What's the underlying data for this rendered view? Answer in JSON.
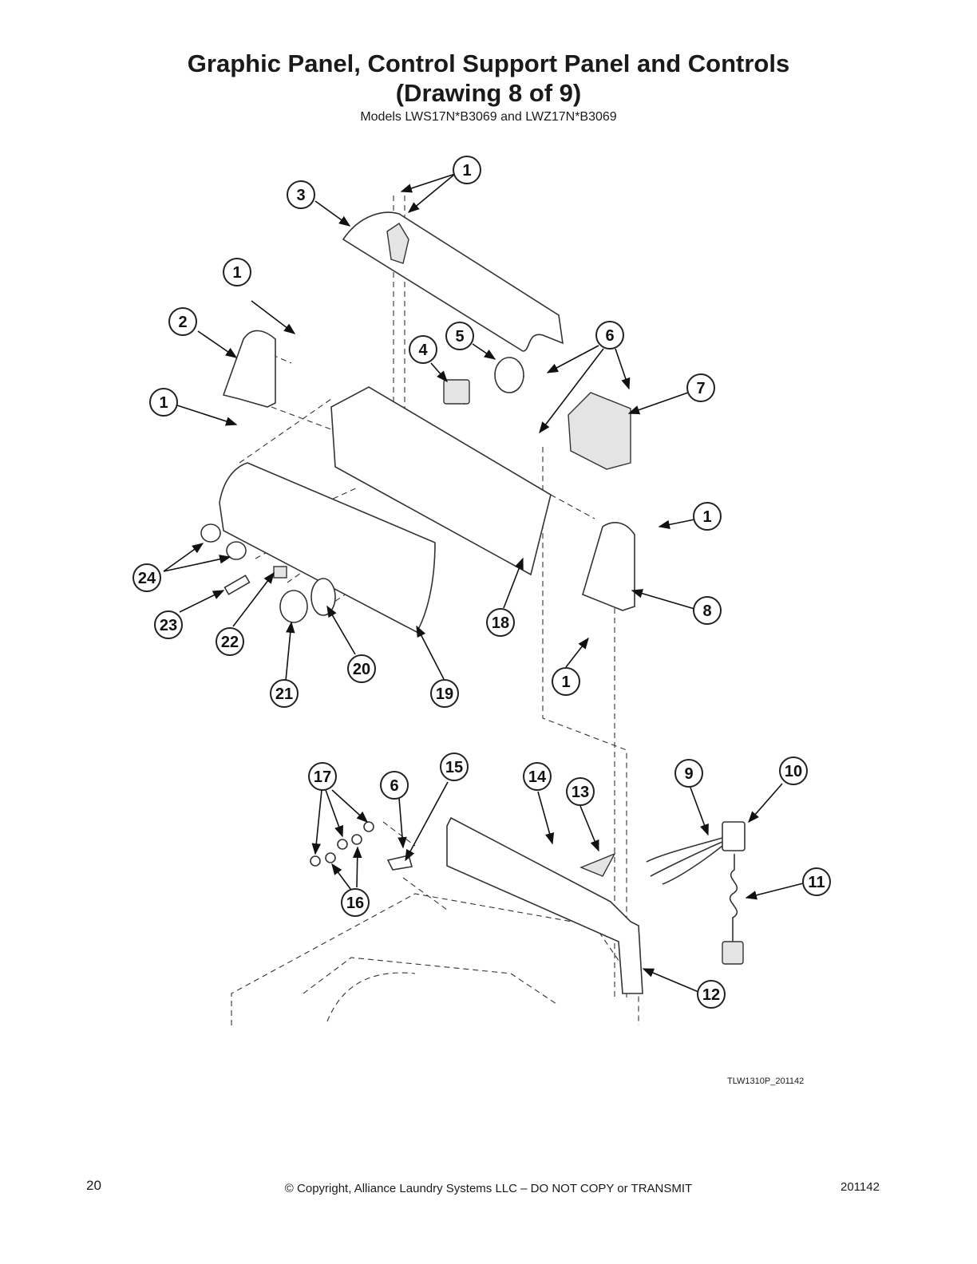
{
  "header": {
    "title_line1": "Graphic Panel, Control Support Panel and Controls",
    "title_line2": "(Drawing 8 of 9)",
    "subtitle": "Models LWS17N*B3069 and LWZ17N*B3069"
  },
  "diagram": {
    "drawing_code": "TLW1310P_201142",
    "callouts": [
      "1",
      "3",
      "1",
      "2",
      "1",
      "4",
      "5",
      "6",
      "7",
      "1",
      "8",
      "24",
      "23",
      "22",
      "21",
      "20",
      "19",
      "18",
      "1",
      "17",
      "6",
      "15",
      "14",
      "13",
      "9",
      "10",
      "11",
      "16",
      "12"
    ]
  },
  "footer": {
    "page_number": "20",
    "copyright": "© Copyright, Alliance Laundry Systems LLC – DO NOT COPY or TRANSMIT",
    "code": "201142"
  }
}
